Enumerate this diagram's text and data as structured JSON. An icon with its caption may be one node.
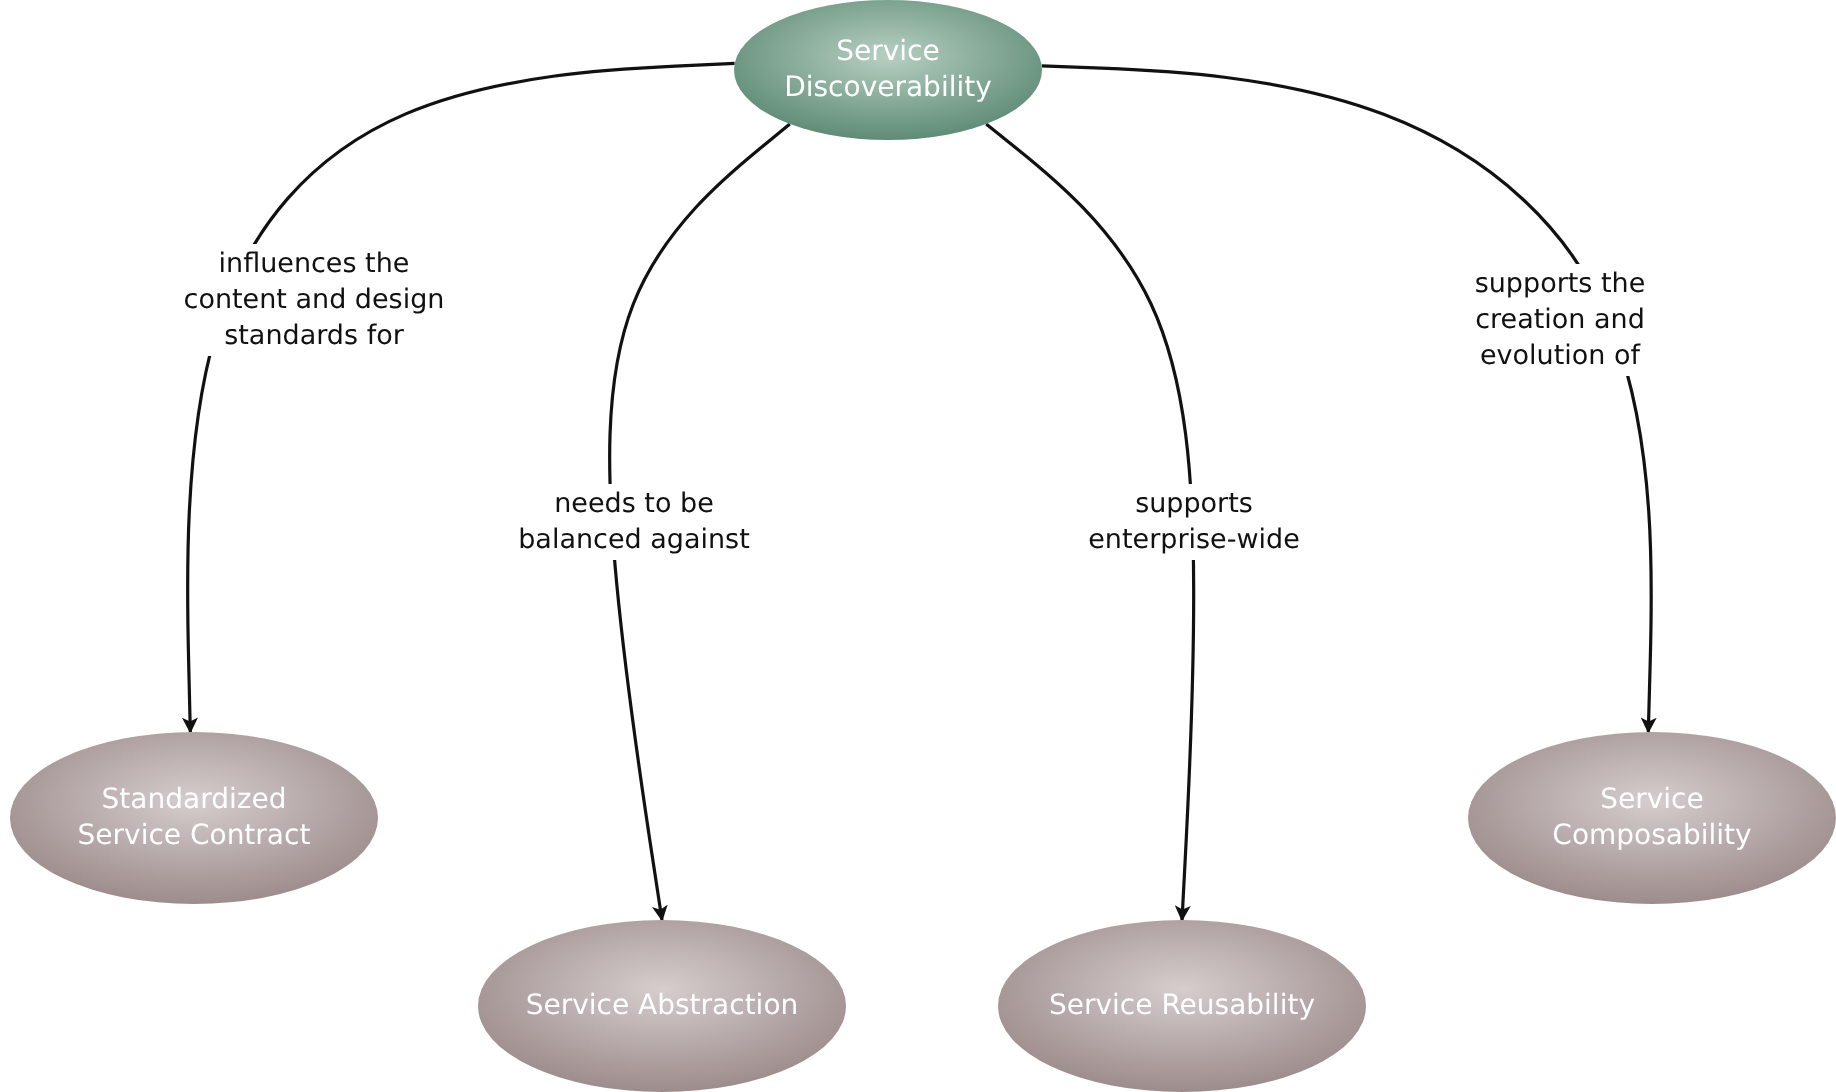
{
  "diagram": {
    "nodes": [
      {
        "text": [
          "Service Discoverability"
        ]
      },
      {
        "text": [
          "Standardized Service Contract"
        ]
      },
      {
        "text": [
          "Service Abstraction"
        ]
      },
      {
        "text": [
          "Service Reusability"
        ]
      },
      {
        "text": [
          "Service Composability"
        ]
      }
    ],
    "edges": [
      {
        "from": 0,
        "to": 1,
        "arrow": "to",
        "label": "influences the content and design standards for"
      },
      {
        "from": 0,
        "to": 2,
        "arrow": "to",
        "label": "needs to be balanced against"
      },
      {
        "from": 0,
        "to": 3,
        "arrow": "to",
        "label": "supports enterprise-wide"
      },
      {
        "from": 0,
        "to": 4,
        "arrow": "to",
        "label": "supports the creation and evolution of"
      }
    ]
  }
}
